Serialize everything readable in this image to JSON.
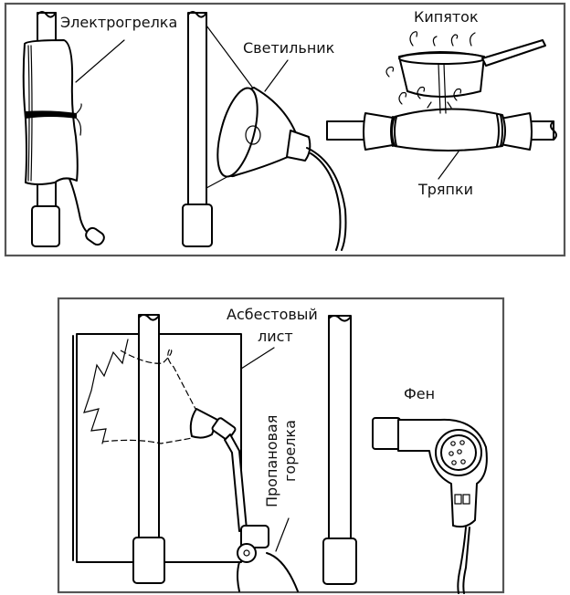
{
  "top_panel": {
    "labels": {
      "heating_pad": "Электрогрелка",
      "lamp": "Светильник",
      "boiling_water": "Кипяток",
      "rags": "Тряпки"
    }
  },
  "bottom_panel": {
    "labels": {
      "asbestos_line1": "Асбестовый",
      "asbestos_line2": "лист",
      "propane_line1": "Пропановая",
      "propane_line2": "горелка",
      "hair_dryer": "Фен"
    }
  }
}
